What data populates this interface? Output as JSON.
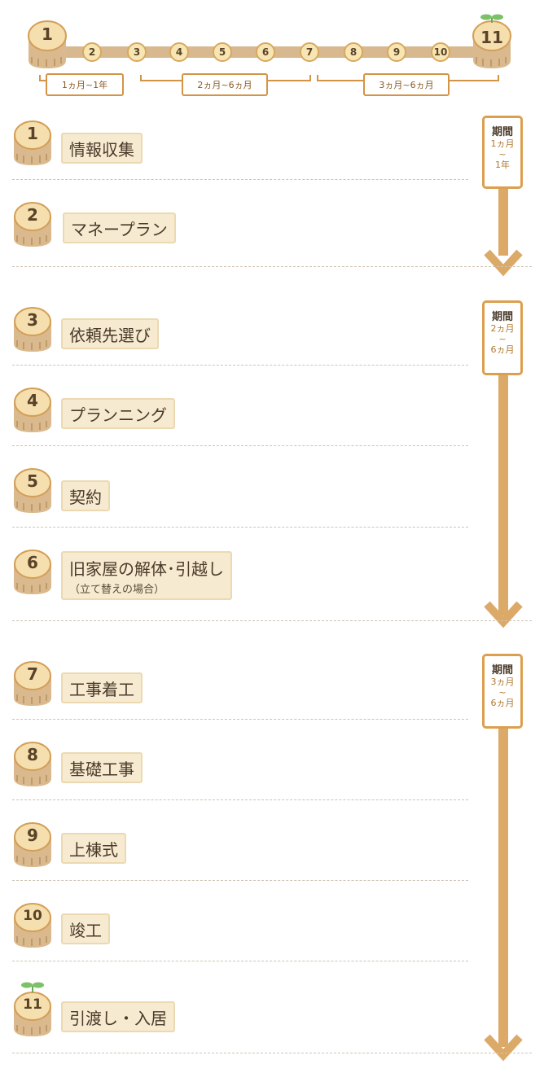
{
  "timeline": {
    "start_number": "1",
    "end_number": "11",
    "dots": [
      "2",
      "3",
      "4",
      "5",
      "6",
      "7",
      "8",
      "9",
      "10"
    ],
    "ranges": [
      "1ヵ月~1年",
      "2ヵ月~6ヵ月",
      "3ヵ月~6ヵ月"
    ]
  },
  "steps": [
    {
      "num": "1",
      "title": "情報収集"
    },
    {
      "num": "2",
      "title": "マネープラン"
    },
    {
      "num": "3",
      "title": "依頼先選び"
    },
    {
      "num": "4",
      "title": "プランニング"
    },
    {
      "num": "5",
      "title": "契約"
    },
    {
      "num": "6",
      "title": "旧家屋の解体･引越し",
      "note": "（立て替えの場合）"
    },
    {
      "num": "7",
      "title": "工事着工"
    },
    {
      "num": "8",
      "title": "基礎工事"
    },
    {
      "num": "9",
      "title": "上棟式"
    },
    {
      "num": "10",
      "title": "竣工"
    },
    {
      "num": "11",
      "title": "引渡し・入居"
    }
  ],
  "periods": [
    {
      "title": "期間",
      "from": "1ヵ月",
      "tilde": "~",
      "to": "1年"
    },
    {
      "title": "期間",
      "from": "2ヵ月",
      "tilde": "~",
      "to": "6ヵ月"
    },
    {
      "title": "期間",
      "from": "3ヵ月",
      "tilde": "~",
      "to": "6ヵ月"
    }
  ],
  "colors": {
    "accent": "#dc9f4e",
    "stump": "#d8b88f",
    "label_bg": "#f6ead1",
    "leaf": "#7cc06a"
  }
}
